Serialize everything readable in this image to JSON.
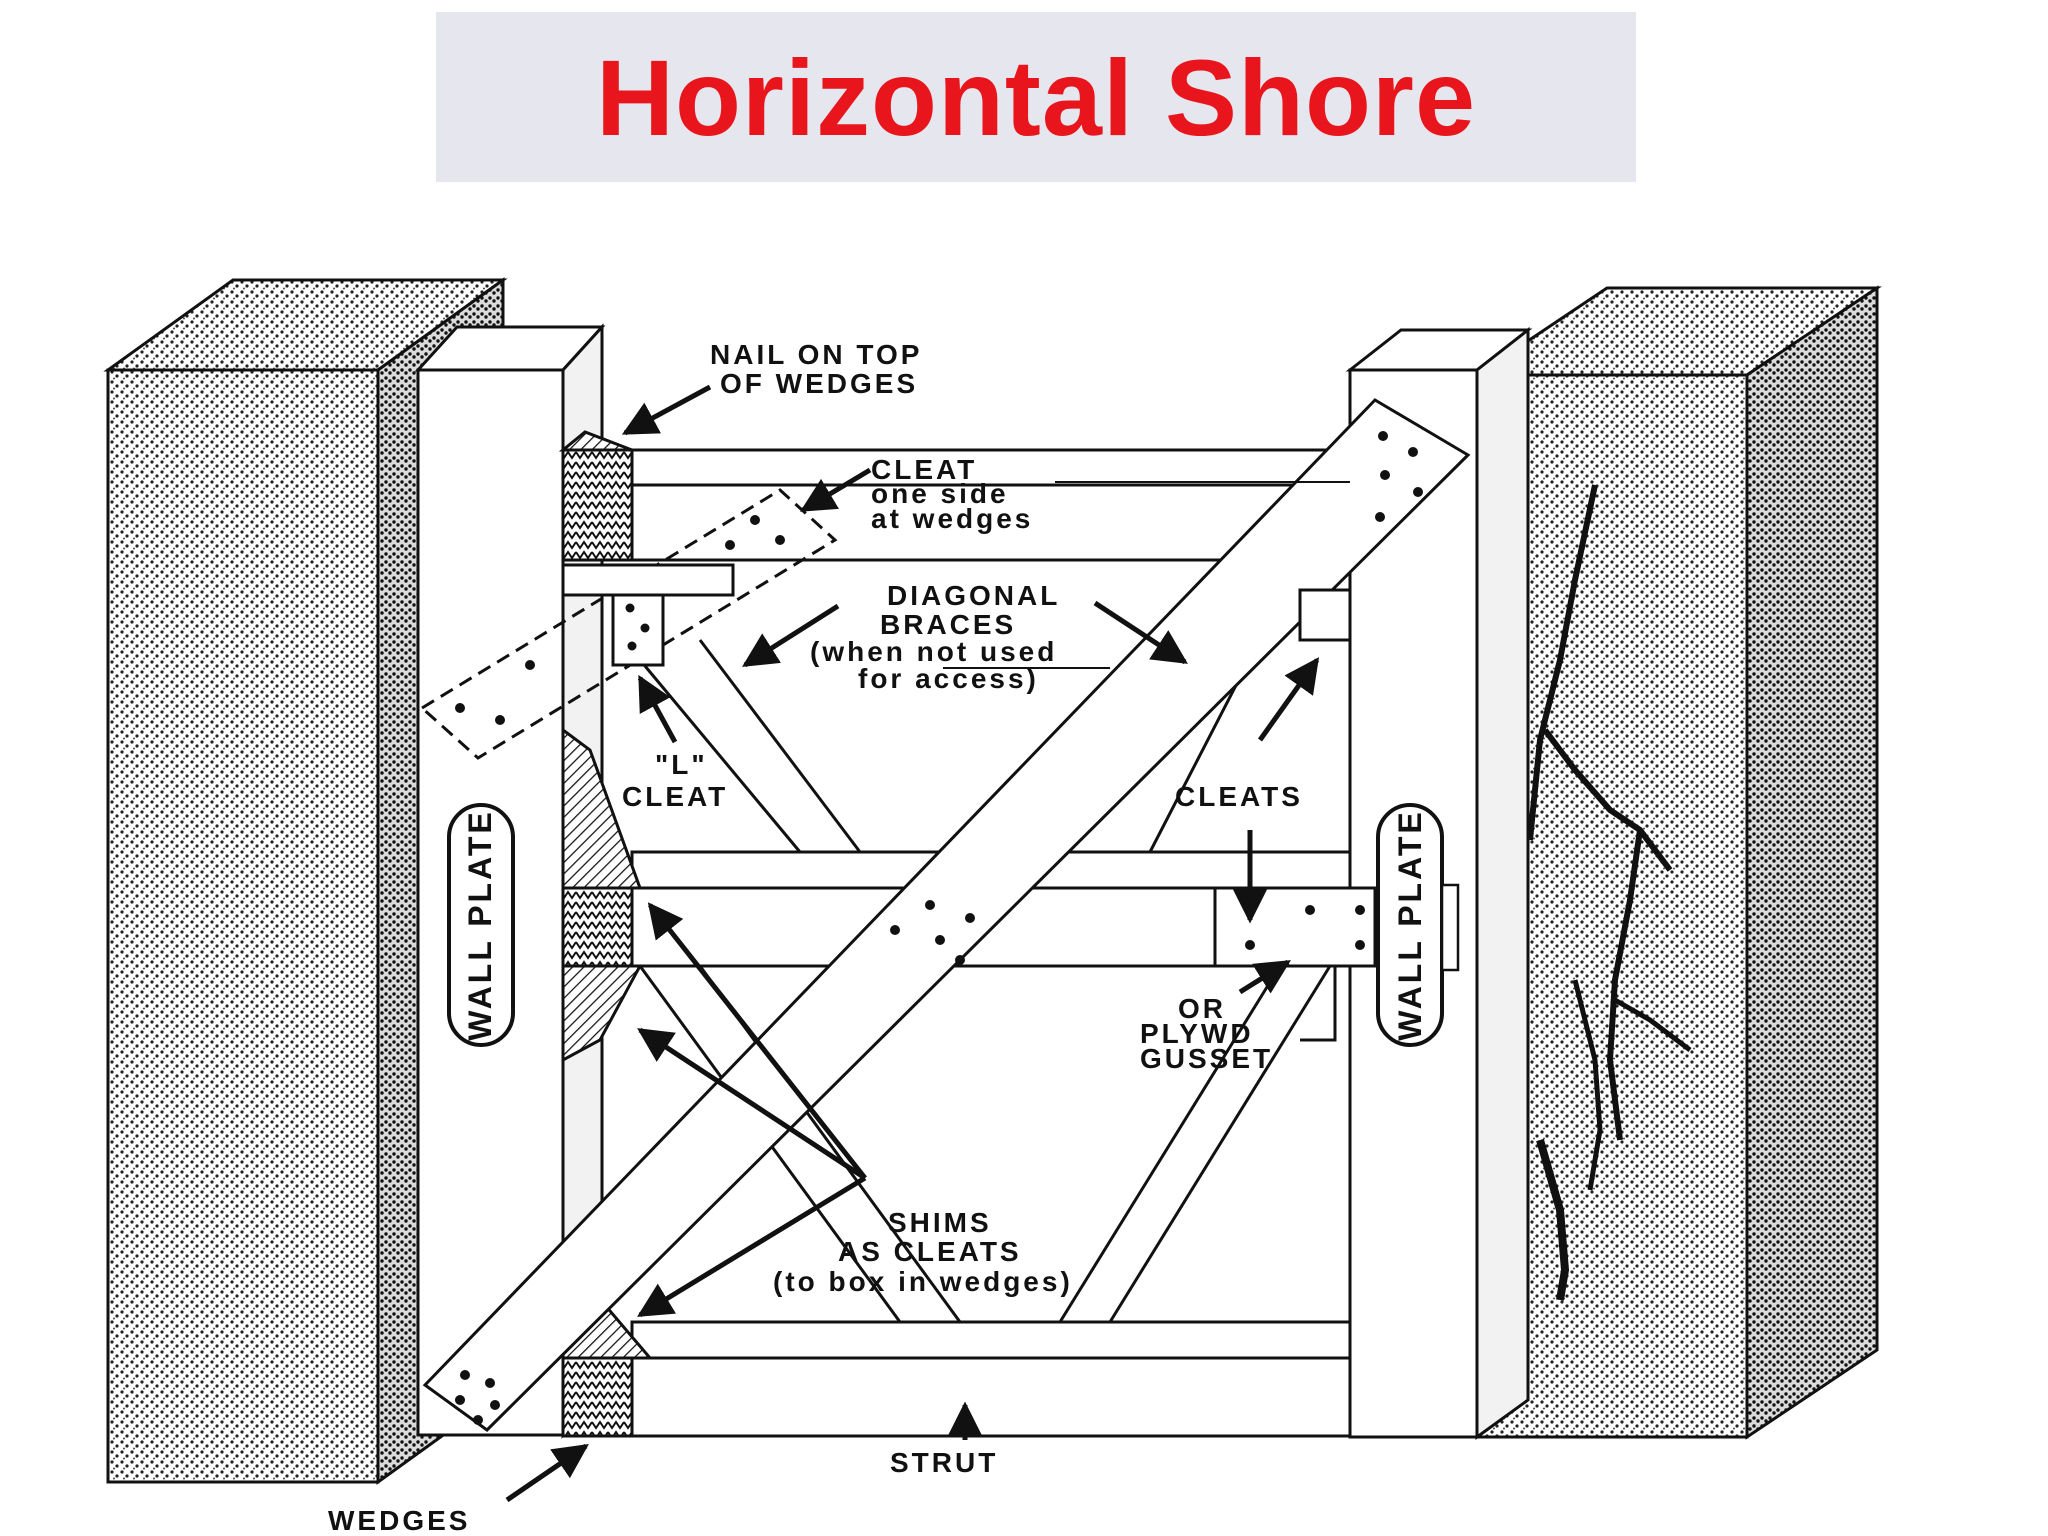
{
  "title": {
    "text": "Horizontal Shore",
    "color": "#e8161c",
    "background": "#e6e6ee"
  },
  "labels": {
    "nail_on_top": [
      "NAIL ON TOP",
      "OF WEDGES"
    ],
    "cleat_one_side": [
      "CLEAT",
      "one side",
      "at wedges"
    ],
    "diagonal_braces": [
      "DIAGONAL",
      "BRACES",
      "(when not used",
      "for access)"
    ],
    "l_cleat": [
      "\"L\"",
      "CLEAT"
    ],
    "cleats": "CLEATS",
    "or_plywd_gusset": [
      "OR",
      "PLYWD",
      "GUSSET"
    ],
    "shims_as_cleats": [
      "SHIMS",
      "AS CLEATS",
      "(to box in wedges)"
    ],
    "strut": "STRUT",
    "wedges": "WEDGES",
    "wall_plate_left": "WALL PLATE",
    "wall_plate_right": "WALL PLATE"
  },
  "colors": {
    "ink": "#111111",
    "paper": "#ffffff",
    "wall_fill": "#b8b8b8"
  }
}
